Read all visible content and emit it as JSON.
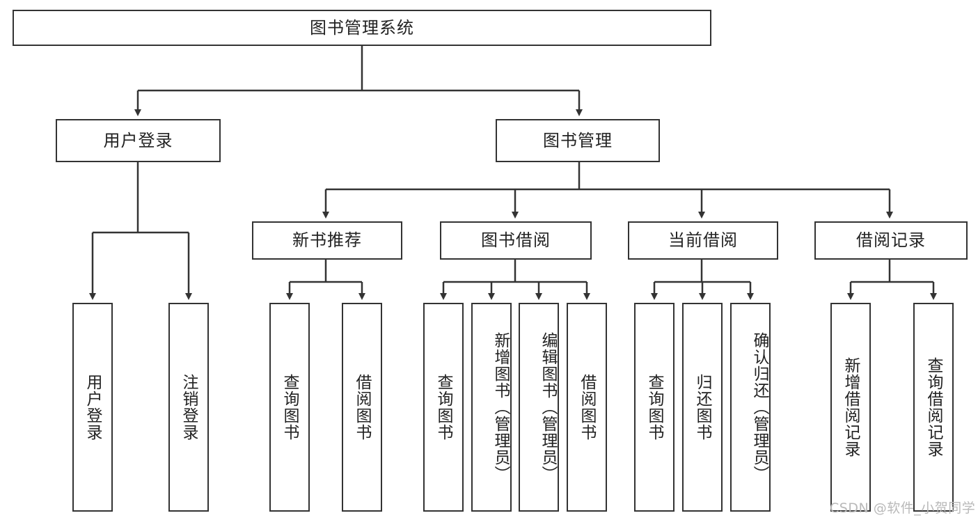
{
  "diagram": {
    "type": "tree-hierarchy",
    "title": "图书管理系统",
    "watermark": "CSDN @软件_小贺同学",
    "colors": {
      "background": "#ffffff",
      "stroke": "#333333",
      "text": "#222222",
      "watermark": "#b9b9b9"
    },
    "nodes": {
      "root": {
        "label": "图书管理系统",
        "level": 1,
        "orientation": "horizontal"
      },
      "login": {
        "label": "用户登录",
        "level": 2,
        "orientation": "horizontal"
      },
      "bookmgmt": {
        "label": "图书管理",
        "level": 2,
        "orientation": "horizontal"
      },
      "newbook": {
        "label": "新书推荐",
        "level": 3,
        "orientation": "horizontal"
      },
      "borrow": {
        "label": "图书借阅",
        "level": 3,
        "orientation": "horizontal"
      },
      "current": {
        "label": "当前借阅",
        "level": 3,
        "orientation": "horizontal"
      },
      "records": {
        "label": "借阅记录",
        "level": 3,
        "orientation": "horizontal"
      },
      "leaf_user_login": {
        "label": "用户登录",
        "level": 3,
        "orientation": "vertical"
      },
      "leaf_user_logout": {
        "label": "注销登录",
        "level": 3,
        "orientation": "vertical"
      },
      "leaf_nb_query": {
        "label": "查询图书",
        "level": 4,
        "orientation": "vertical"
      },
      "leaf_nb_borrow": {
        "label": "借阅图书",
        "level": 4,
        "orientation": "vertical"
      },
      "leaf_bw_query": {
        "label": "查询图书",
        "level": 4,
        "orientation": "vertical"
      },
      "leaf_bw_add": {
        "label": "新增图书（管理员）",
        "level": 4,
        "orientation": "vertical"
      },
      "leaf_bw_edit": {
        "label": "编辑图书（管理员）",
        "level": 4,
        "orientation": "vertical"
      },
      "leaf_bw_borrow": {
        "label": "借阅图书",
        "level": 4,
        "orientation": "vertical"
      },
      "leaf_cur_query": {
        "label": "查询图书",
        "level": 4,
        "orientation": "vertical"
      },
      "leaf_cur_return": {
        "label": "归还图书",
        "level": 4,
        "orientation": "vertical"
      },
      "leaf_cur_confirm": {
        "label": "确认归还（管理员）",
        "level": 4,
        "orientation": "vertical"
      },
      "leaf_rec_add": {
        "label": "新增借阅记录",
        "level": 4,
        "orientation": "vertical"
      },
      "leaf_rec_query": {
        "label": "查询借阅记录",
        "level": 4,
        "orientation": "vertical"
      }
    },
    "edges": [
      {
        "from": "root",
        "to": "login"
      },
      {
        "from": "root",
        "to": "bookmgmt"
      },
      {
        "from": "login",
        "to": "leaf_user_login"
      },
      {
        "from": "login",
        "to": "leaf_user_logout"
      },
      {
        "from": "bookmgmt",
        "to": "newbook"
      },
      {
        "from": "bookmgmt",
        "to": "borrow"
      },
      {
        "from": "bookmgmt",
        "to": "current"
      },
      {
        "from": "bookmgmt",
        "to": "records"
      },
      {
        "from": "newbook",
        "to": "leaf_nb_query"
      },
      {
        "from": "newbook",
        "to": "leaf_nb_borrow"
      },
      {
        "from": "borrow",
        "to": "leaf_bw_query"
      },
      {
        "from": "borrow",
        "to": "leaf_bw_add"
      },
      {
        "from": "borrow",
        "to": "leaf_bw_edit"
      },
      {
        "from": "borrow",
        "to": "leaf_bw_borrow"
      },
      {
        "from": "current",
        "to": "leaf_cur_query"
      },
      {
        "from": "current",
        "to": "leaf_cur_return"
      },
      {
        "from": "current",
        "to": "leaf_cur_confirm"
      },
      {
        "from": "records",
        "to": "leaf_rec_add"
      },
      {
        "from": "records",
        "to": "leaf_rec_query"
      }
    ]
  }
}
